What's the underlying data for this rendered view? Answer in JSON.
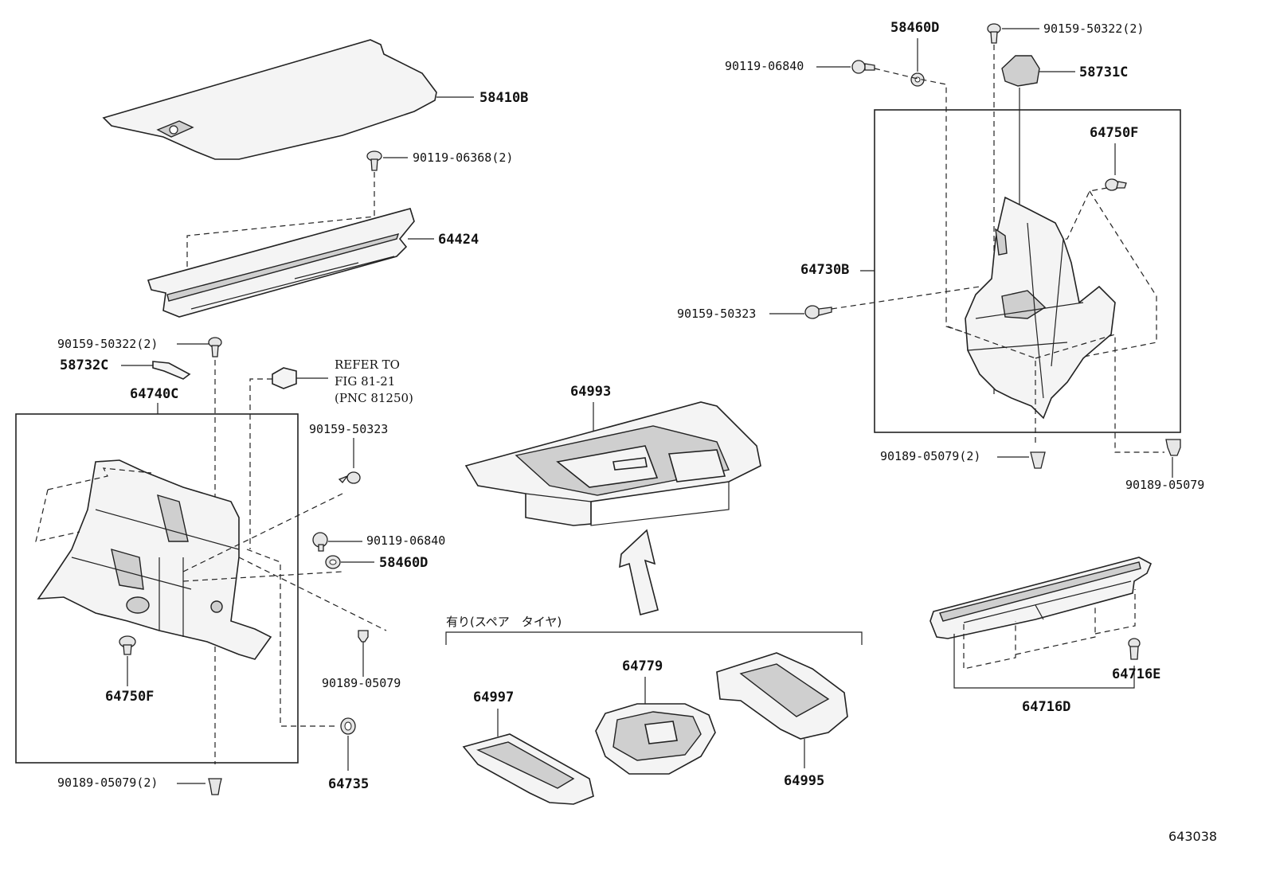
{
  "labels": {
    "p58410B": "58410B",
    "p90119_06368": "90119-06368(2)",
    "p64424": "64424",
    "p90159_50322_left": "90159-50322(2)",
    "p58732C": "58732C",
    "p64740C": "64740C",
    "refer_line1": "REFER TO",
    "refer_line2": "FIG 81-21",
    "refer_line3": "(PNC 81250)",
    "p90159_50323_left": "90159-50323",
    "p90119_06840_left": "90119-06840",
    "p58460D_left": "58460D",
    "p90189_05079_mid": "90189-05079",
    "p64750F_left": "64750F",
    "p90189_05079_2_left": "90189-05079(2)",
    "p64735": "64735",
    "p64993": "64993",
    "spare_note": "有り(スペア　タイヤ)",
    "p64779": "64779",
    "p64997": "64997",
    "p64995": "64995",
    "p58460D_right": "58460D",
    "p90159_50322_right": "90159-50322(2)",
    "p90119_06840_right": "90119-06840",
    "p58731C": "58731C",
    "p64750F_right": "64750F",
    "p64730B": "64730B",
    "p90159_50323_right": "90159-50323",
    "p90189_05079_2_right": "90189-05079(2)",
    "p90189_05079_right": "90189-05079",
    "p64716E": "64716E",
    "p64716D": "64716D",
    "figure_id": "643038"
  }
}
